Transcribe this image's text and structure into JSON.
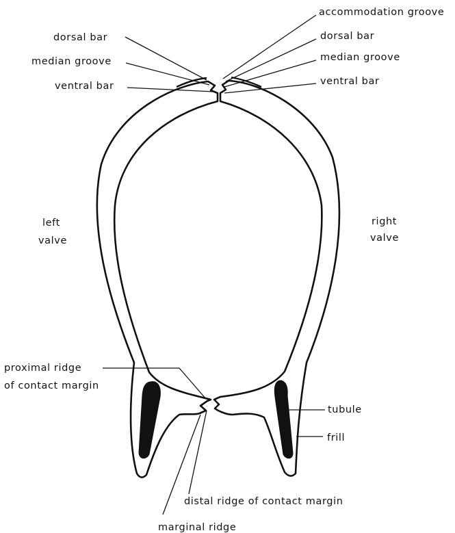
{
  "colors": {
    "ink": "#111111",
    "background": "#ffffff"
  },
  "labels": {
    "accommodation_groove": "accommodation groove",
    "dorsal_bar_left": "dorsal bar",
    "median_groove_left": "median groove",
    "ventral_bar_left": "ventral bar",
    "dorsal_bar_right": "dorsal bar",
    "median_groove_right": "median groove",
    "ventral_bar_right": "ventral bar",
    "left_valve_line1": "left",
    "left_valve_line2": "valve",
    "right_valve_line1": "right",
    "right_valve_line2": "valve",
    "proximal_ridge_line1": "proximal ridge",
    "proximal_ridge_line2": "of contact margin",
    "tubule": "tubule",
    "frill": "frill",
    "distal_ridge": "distal ridge of contact margin",
    "marginal_ridge": "marginal ridge"
  }
}
